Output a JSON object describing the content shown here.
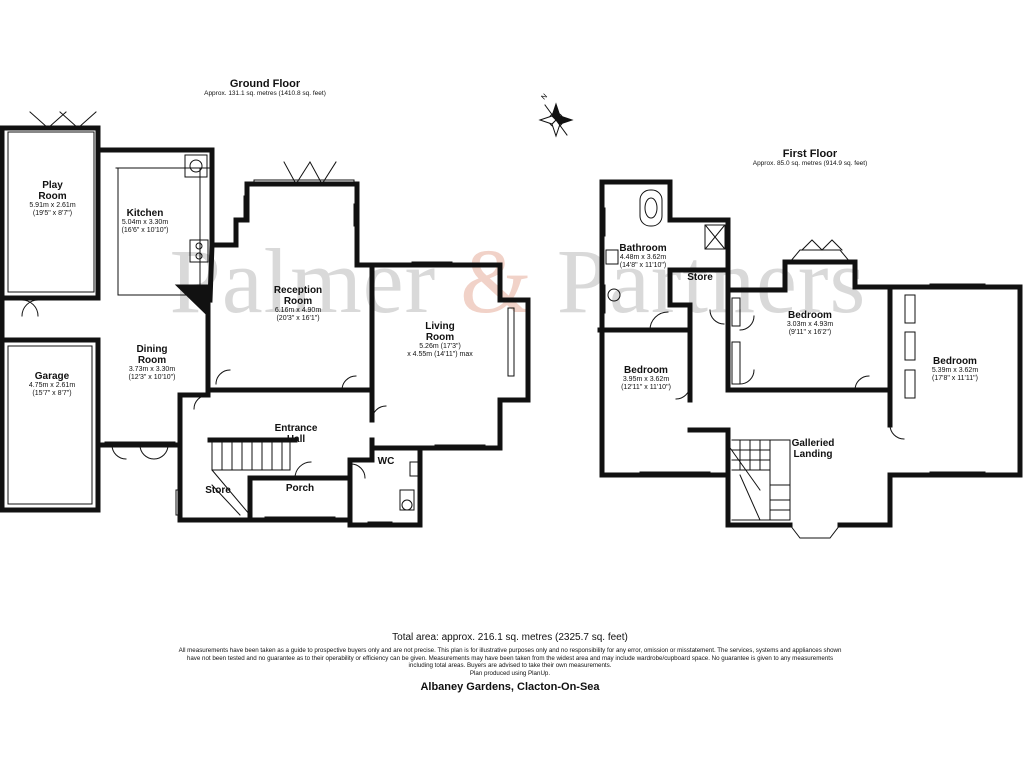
{
  "watermark": {
    "left": "Palmer ",
    "amp": "&",
    "right": " Partners"
  },
  "ground_floor": {
    "title": "Ground Floor",
    "area": "Approx. 131.1 sq. metres (1410.8 sq. feet)",
    "rooms": {
      "play_room": {
        "name_1": "Play",
        "name_2": "Room",
        "dim_1": "5.91m x 2.61m",
        "dim_2": "(19'5\" x 8'7\")"
      },
      "kitchen": {
        "name": "Kitchen",
        "dim_1": "5.04m x 3.30m",
        "dim_2": "(16'6\" x 10'10\")"
      },
      "reception_room": {
        "name_1": "Reception",
        "name_2": "Room",
        "dim_1": "6.16m x 4.90m",
        "dim_2": "(20'3\" x 16'1\")"
      },
      "living_room": {
        "name_1": "Living",
        "name_2": "Room",
        "dim_1": "5.26m (17'3\")",
        "dim_2": "x 4.55m (14'11\") max"
      },
      "garage": {
        "name": "Garage",
        "dim_1": "4.75m x 2.61m",
        "dim_2": "(15'7\" x 8'7\")"
      },
      "dining_room": {
        "name_1": "Dining",
        "name_2": "Room",
        "dim_1": "3.73m x 3.30m",
        "dim_2": "(12'3\" x 10'10\")"
      },
      "entrance_hall": {
        "name_1": "Entrance",
        "name_2": "Hall"
      },
      "wc": {
        "name": "WC"
      },
      "store": {
        "name": "Store"
      },
      "porch": {
        "name": "Porch"
      }
    }
  },
  "first_floor": {
    "title": "First Floor",
    "area": "Approx. 85.0 sq. metres (914.9 sq. feet)",
    "rooms": {
      "bathroom": {
        "name": "Bathroom",
        "dim_1": "4.48m x 3.62m",
        "dim_2": "(14'8\" x 11'10\")"
      },
      "store": {
        "name": "Store"
      },
      "bedroom_middle": {
        "name": "Bedroom",
        "dim_1": "3.03m x 4.93m",
        "dim_2": "(9'11\" x 16'2\")"
      },
      "bedroom_right": {
        "name": "Bedroom",
        "dim_1": "5.39m x 3.62m",
        "dim_2": "(17'8\" x 11'11\")"
      },
      "bedroom_left": {
        "name": "Bedroom",
        "dim_1": "3.95m x 3.62m",
        "dim_2": "(12'11\" x 11'10\")"
      },
      "galleried_landing": {
        "name_1": "Galleried",
        "name_2": "Landing"
      }
    }
  },
  "compass": {
    "label": "N",
    "icon": "compass-rose-icon"
  },
  "footer": {
    "total_area": "Total area: approx. 216.1 sq. metres (2325.7 sq. feet)",
    "disclaimer_1": "All measurements have been taken as a guide to prospective buyers only and are not precise. This plan is for illustrative purposes only and no responsibility for any error, omission or misstatement. The services, systems and appliances shown",
    "disclaimer_2": "have not been tested and no guarantee as to their operability or efficiency can be given. Measurements may have been taken from the widest area and may include wardrobe/cupboard space. No guarantee is given to any measurements",
    "disclaimer_3": "including total areas. Buyers are advised to take their own measurements.",
    "disclaimer_4": "Plan produced using PlanUp.",
    "address": "Albaney Gardens, Clacton-On-Sea"
  }
}
